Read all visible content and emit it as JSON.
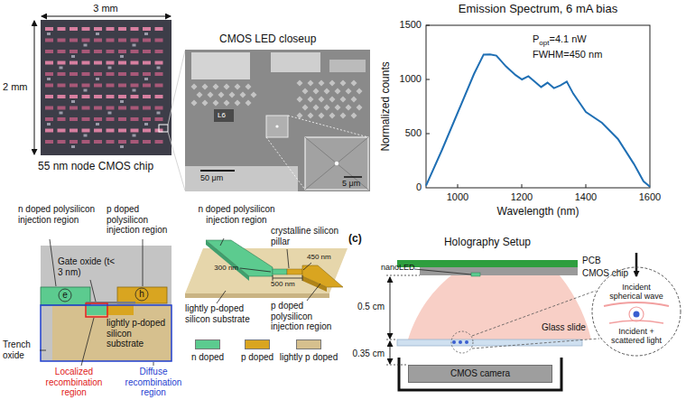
{
  "diagram": {
    "nodes": [
      {
        "text": [
          "Incident spherical wave",
          "Incident + scattered light"
        ]
      },
      {
        "text": [
          "CMOS camera"
        ]
      }
    ],
    "labels": [
      "3 mm",
      "2 mm",
      "55 nm node CMOS chip",
      "CMOS LED closeup",
      "L6",
      "50 μm",
      "5 μm",
      "Emission Spectrum, 6 mA bias",
      "P",
      "opt",
      "=4.1 nW",
      "FWHM=450 nm",
      "Normalized counts",
      "1500",
      "1000",
      "500",
      "0",
      "1000",
      "1200",
      "1400",
      "1600",
      "Wavelength (nm)",
      "n doped polysilicon injection region",
      "p doped polysilicon injection region",
      "Gate oxide (t< 3 nm)",
      "e",
      "h",
      "Trench oxide",
      "lightly p-doped silicon substrate",
      "Localized recombination region",
      "Diffuse recombination region",
      "n doped polysilicon injection region",
      "crystalline silicon pillar",
      "300 nm",
      "450 nm",
      "500 nm",
      "lightly p-doped silicon substrate",
      "p doped polysilicon injection region",
      "(c)",
      "Holography Setup",
      "PCB",
      "nanoLED",
      "CMOS chip",
      "0.5 cm",
      "Glass slide",
      "0.35 cm"
    ],
    "legend": [
      {
        "text": "n doped",
        "color": "#5ccb8f"
      },
      {
        "text": "p doped",
        "color": "#d9a520"
      },
      {
        "text": "lightly p doped",
        "color": "#d6c08e"
      }
    ]
  }
}
